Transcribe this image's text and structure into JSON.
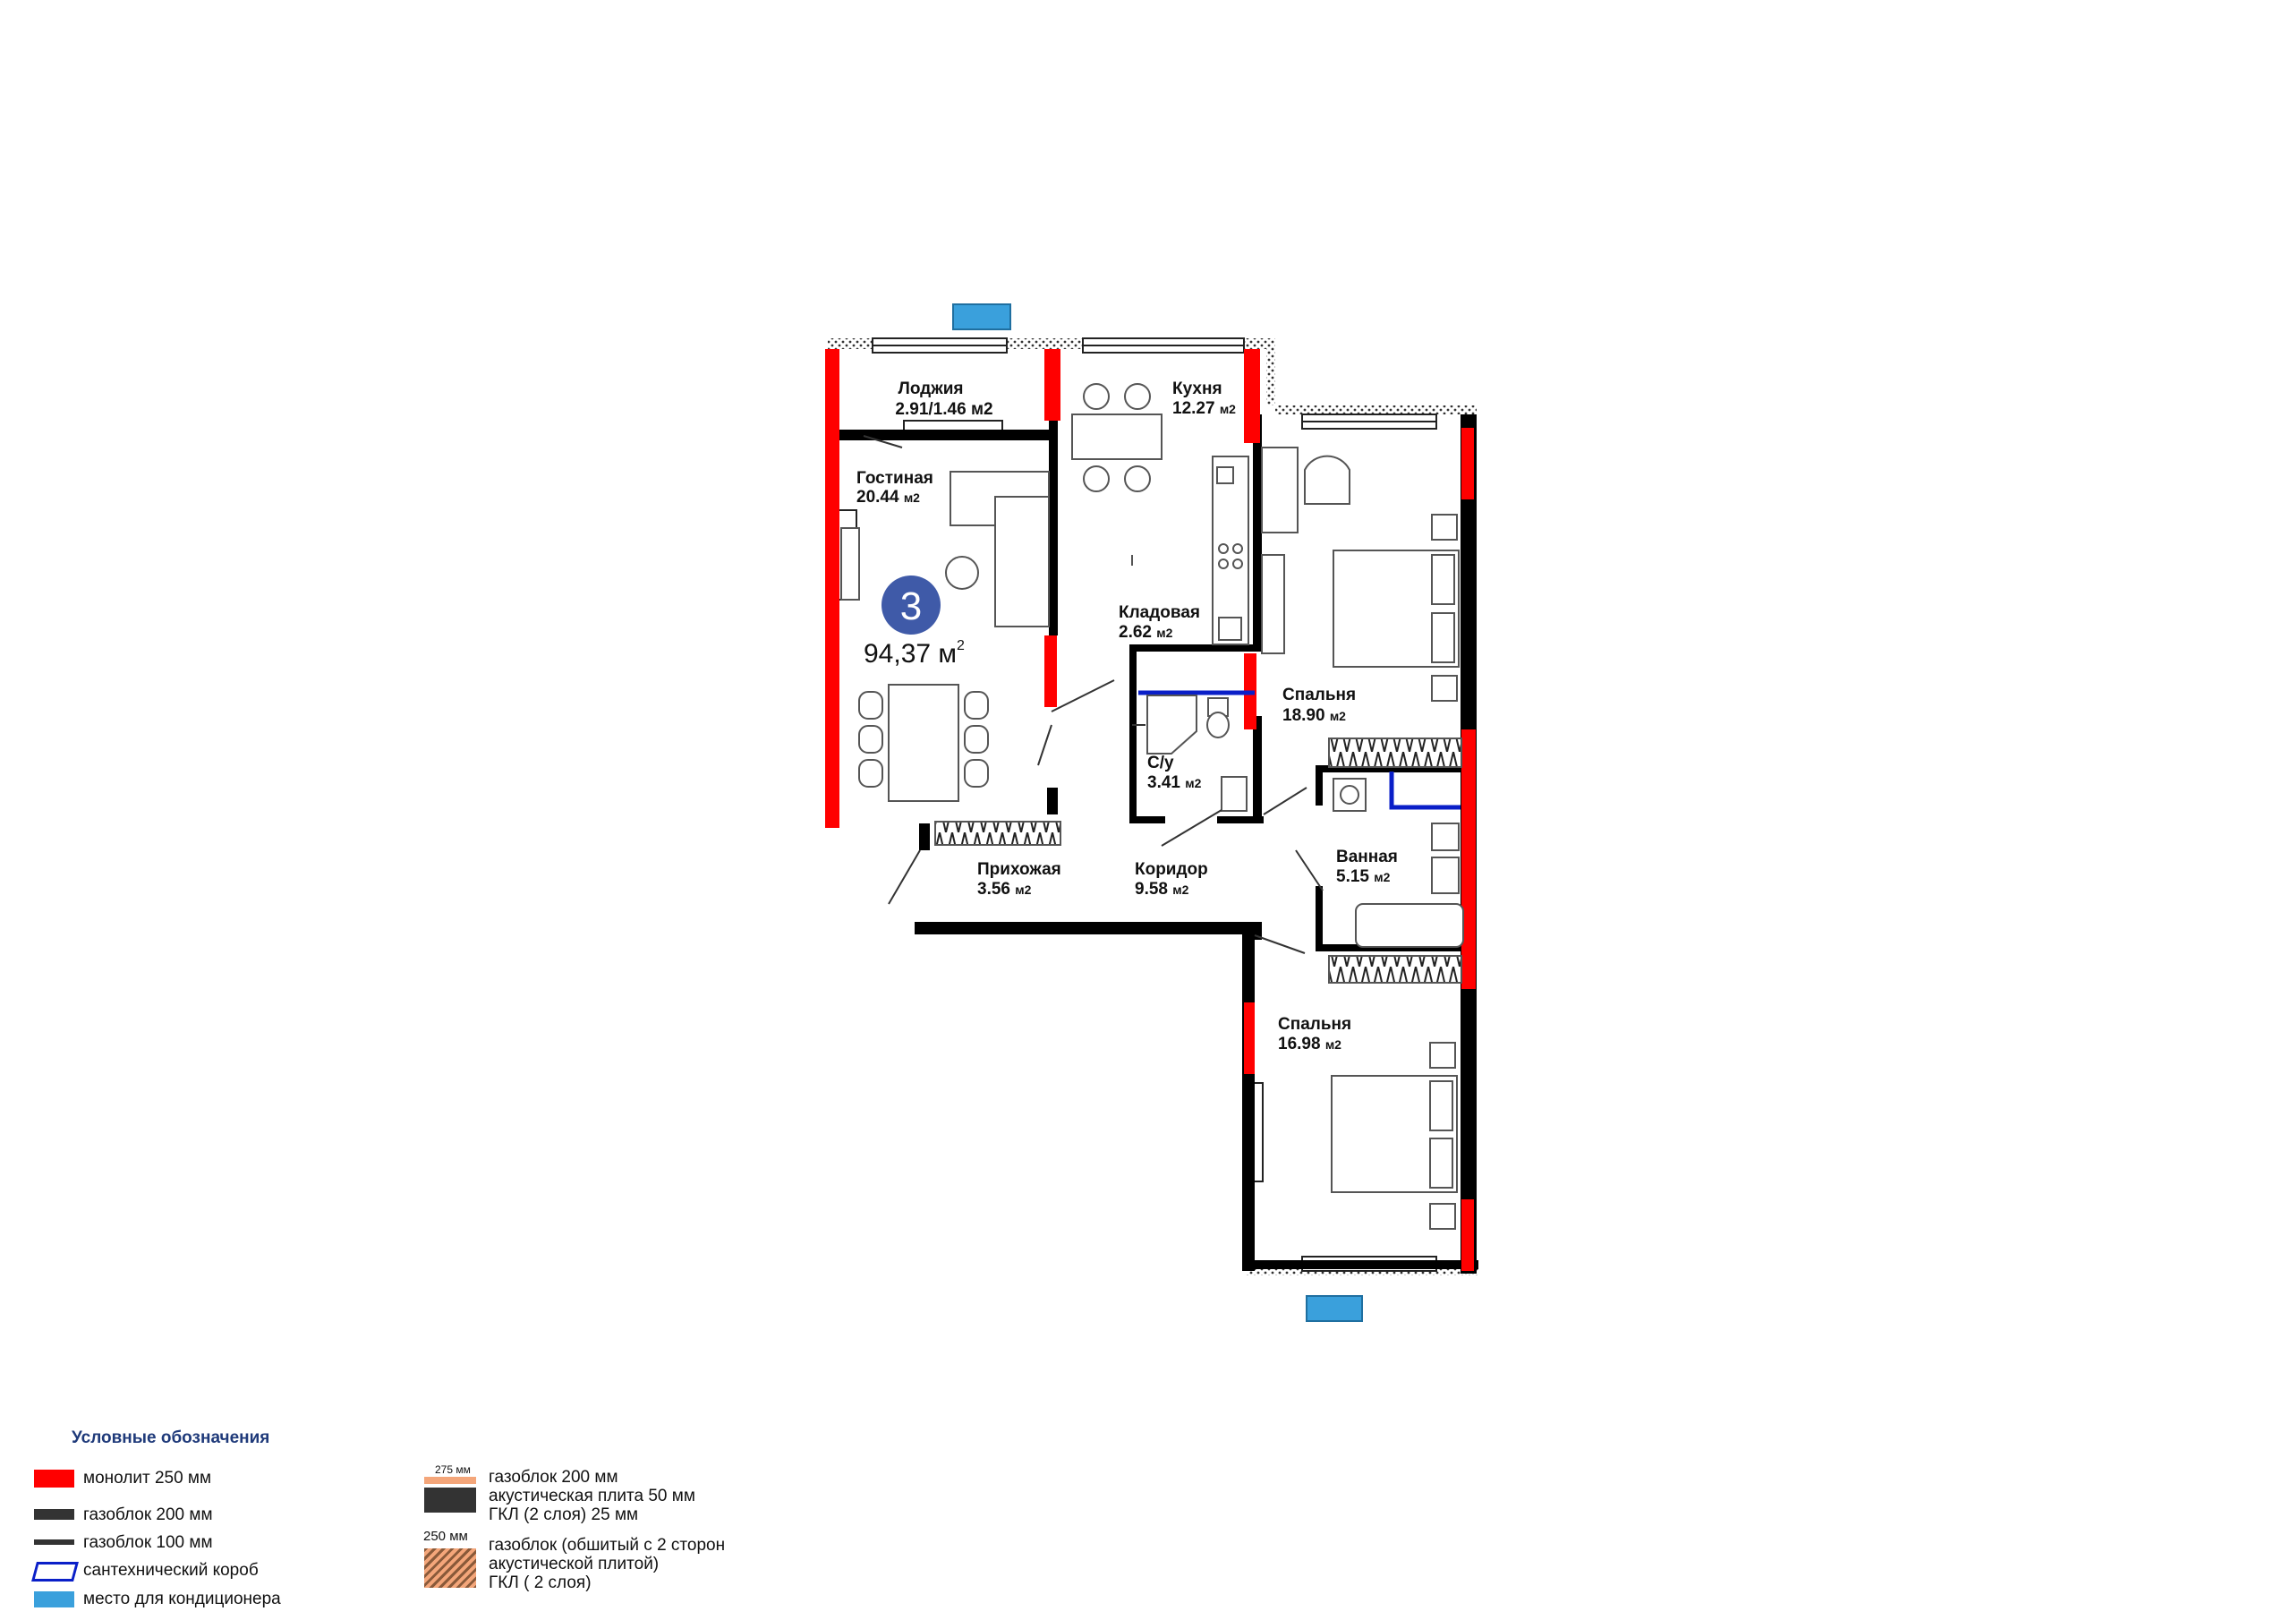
{
  "apartment": {
    "rooms_count": "3",
    "total_area": "94,37 м",
    "total_area_sup": "2"
  },
  "rooms": {
    "loggia": {
      "name": "Лоджия",
      "area": "2.91/1.46 м2"
    },
    "kitchen": {
      "name": "Кухня",
      "area": "12.27",
      "unit": "м2"
    },
    "living": {
      "name": "Гостиная",
      "area": "20.44",
      "unit": "м2"
    },
    "storage": {
      "name": "Кладовая",
      "area": "2.62",
      "unit": "м2"
    },
    "wc": {
      "name": "С/у",
      "area": "3.41",
      "unit": "м2"
    },
    "bedroom1": {
      "name": "Спальня",
      "area": "18.90",
      "unit": "м2"
    },
    "bath": {
      "name": "Ванная",
      "area": "5.15",
      "unit": "м2"
    },
    "hall": {
      "name": "Прихожая",
      "area": "3.56",
      "unit": "м2"
    },
    "corridor": {
      "name": "Коридор",
      "area": "9.58",
      "unit": "м2"
    },
    "bedroom2": {
      "name": "Спальня",
      "area": "16.98",
      "unit": "м2"
    }
  },
  "legend": {
    "title": "Условные обозначения",
    "monolith": "монолит 250 мм",
    "gas200": "газоблок 200 мм",
    "gas100": "газоблок 100 мм",
    "plumbing": "сантехнический короб",
    "ac": "место для кондиционера",
    "dim275": "275 мм",
    "acoustic_line1": "газоблок 200 мм",
    "acoustic_line2": "акустическая плита 50 мм",
    "acoustic_line3": "ГКЛ (2 слоя) 25 мм",
    "dim250": "250 мм",
    "sheathed_line1": "газоблок (обшитый с 2 сторон",
    "sheathed_line2": "акустической плитой)",
    "sheathed_line3": "ГКЛ ( 2 слоя)"
  },
  "colors": {
    "monolith": "#ff0000",
    "wall": "#000000",
    "ac": "#3aa0dc",
    "plumbing": "#0a1fc8",
    "badge": "#3f5aa8"
  }
}
